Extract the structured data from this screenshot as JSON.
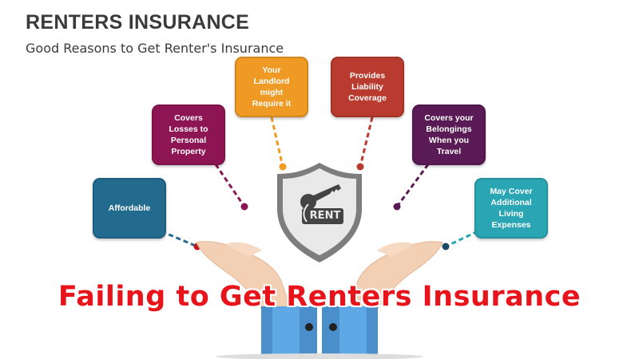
{
  "header": {
    "title": "RENTERS INSURANCE",
    "subtitle": "Good Reasons to Get Renter's Insurance"
  },
  "reasons": [
    {
      "label": "Affordable",
      "color": "#236a8f"
    },
    {
      "label": "Covers\nLosses to\nPersonal\nProperty",
      "color": "#8e1553"
    },
    {
      "label": "Your\nLandlord\nmight\nRequire it",
      "color": "#ee9a24"
    },
    {
      "label": "Provides\nLiability\nCoverage",
      "color": "#b93a2e"
    },
    {
      "label": "Covers your\nBelongings\nWhen you\nTravel",
      "color": "#5a1a55"
    },
    {
      "label": "May Cover\nAdditional\nLiving\nExpenses",
      "color": "#2aa5b3"
    }
  ],
  "shield": {
    "tag_text": "RENT",
    "icon": "key-icon"
  },
  "banner": {
    "text": "Failing to Get Renters Insurance",
    "color": "#e8141b"
  }
}
